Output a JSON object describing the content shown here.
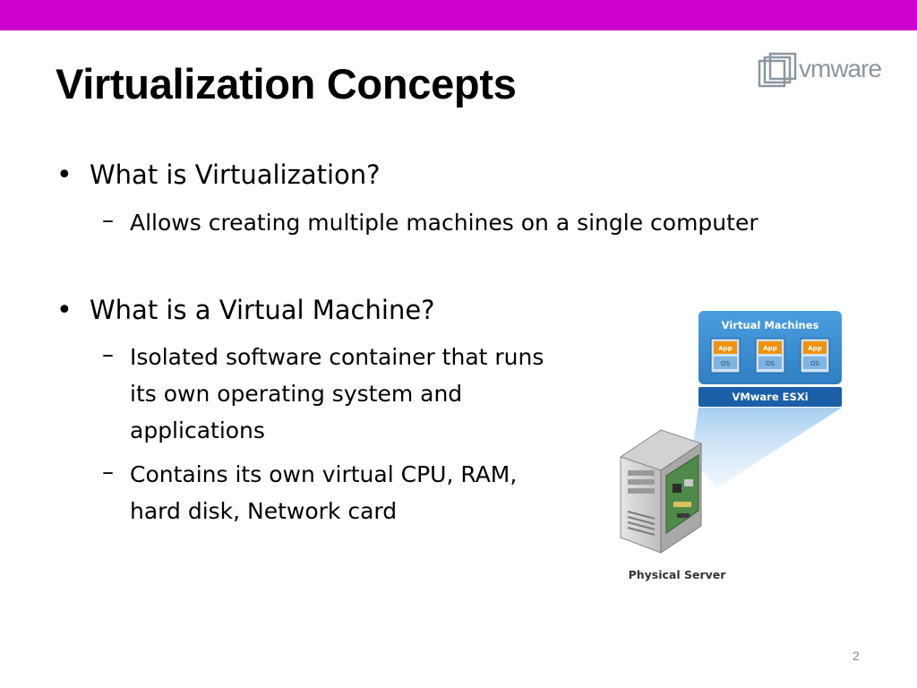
{
  "slide": {
    "title": "Virtualization Concepts",
    "page_number": "2",
    "logo": {
      "text": "vmware"
    }
  },
  "bullets": [
    {
      "marker": "•",
      "text": "What is Virtualization?",
      "subs": [
        {
          "marker": "–",
          "text": "Allows creating multiple machines on a single computer"
        }
      ]
    },
    {
      "marker": "•",
      "text": "What is a Virtual Machine?",
      "subs": [
        {
          "marker": "–",
          "text": "Isolated software container that runs its own operating system and applications"
        },
        {
          "marker": "–",
          "text": "Contains its own virtual CPU, RAM, hard disk, Network card"
        }
      ]
    }
  ],
  "diagram": {
    "vm_box_title": "Virtual Machines",
    "vm_app_label": "App",
    "vm_os_label": "OS",
    "hypervisor_label": "VMware ESXi",
    "server_label": "Physical Server"
  },
  "colors": {
    "top_bar": "#cc00cc",
    "vm_box": "#3a8fd0",
    "hypervisor": "#1a5fa8",
    "app_tile": "#f2920a",
    "os_tile": "#7fb3e0"
  }
}
